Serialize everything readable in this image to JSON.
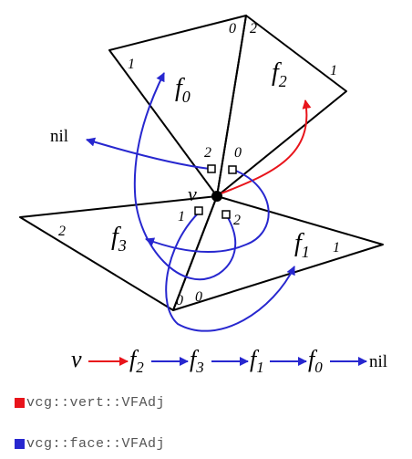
{
  "colors": {
    "stroke": "#000000",
    "vert_adj": "#e8141b",
    "face_adj": "#2727cf",
    "legend_text": "#555555",
    "background": "#ffffff"
  },
  "labels": {
    "vertex": "v",
    "nil": "nil",
    "faces": {
      "f0": {
        "base": "f",
        "sub": "0"
      },
      "f1": {
        "base": "f",
        "sub": "1"
      },
      "f2": {
        "base": "f",
        "sub": "2"
      },
      "f3": {
        "base": "f",
        "sub": "3"
      }
    },
    "corner_indices": {
      "f0_top": "0",
      "f0_left": "1",
      "f0_center": "2",
      "f2_top": "2",
      "f2_right": "1",
      "f2_center": "0",
      "f3_left": "2",
      "f3_center": "1",
      "f3_bottom": "0",
      "f1_right": "1",
      "f1_center": "2",
      "f1_bottom": "0"
    }
  },
  "chain": {
    "start": "v",
    "nodes": [
      {
        "base": "f",
        "sub": "2"
      },
      {
        "base": "f",
        "sub": "3"
      },
      {
        "base": "f",
        "sub": "1"
      },
      {
        "base": "f",
        "sub": "0"
      }
    ],
    "end": "nil"
  },
  "legend": [
    {
      "text": "vcg::vert::VFAdj",
      "color": "#e8141b"
    },
    {
      "text": "vcg::face::VFAdj",
      "color": "#2727cf"
    }
  ]
}
